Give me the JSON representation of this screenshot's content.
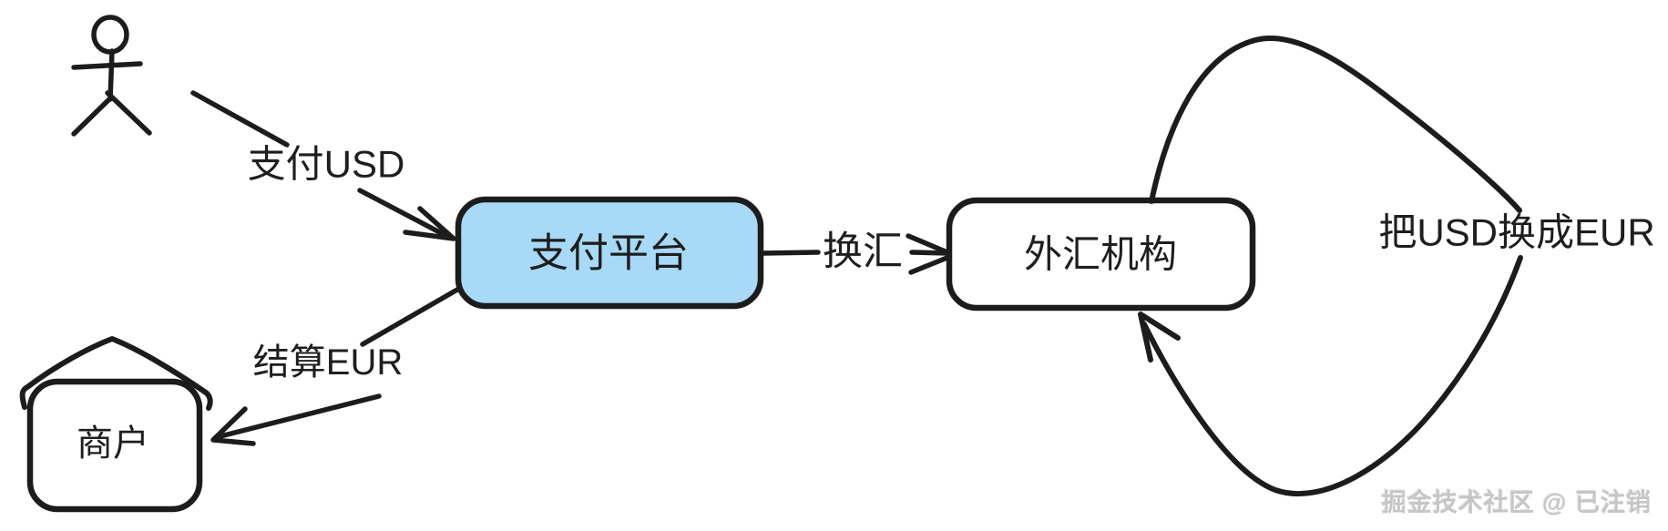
{
  "diagram": {
    "background_color": "#ffffff",
    "stroke_color": "#1c1c1c",
    "nodes": {
      "payment_platform": {
        "label": "支付平台",
        "fill": "#a8d9f7"
      },
      "fx_agency": {
        "label": "外汇机构",
        "fill": "#ffffff"
      },
      "merchant": {
        "label": "商户",
        "icon": "house-icon"
      },
      "user": {
        "label": "",
        "icon": "person-stick-figure-icon"
      }
    },
    "edges": {
      "pay": {
        "label": "支付USD",
        "from": "user",
        "to": "payment_platform"
      },
      "exchange": {
        "label": "换汇",
        "from": "payment_platform",
        "to": "fx_agency"
      },
      "exchange_loop": {
        "label": "把USD换成EUR",
        "from": "fx_agency",
        "to": "fx_agency"
      },
      "settle": {
        "label": "结算EUR",
        "from": "payment_platform",
        "to": "merchant"
      }
    }
  },
  "watermark": {
    "text": "掘金技术社区 @ 已注销",
    "color": "#c6c6c6"
  }
}
